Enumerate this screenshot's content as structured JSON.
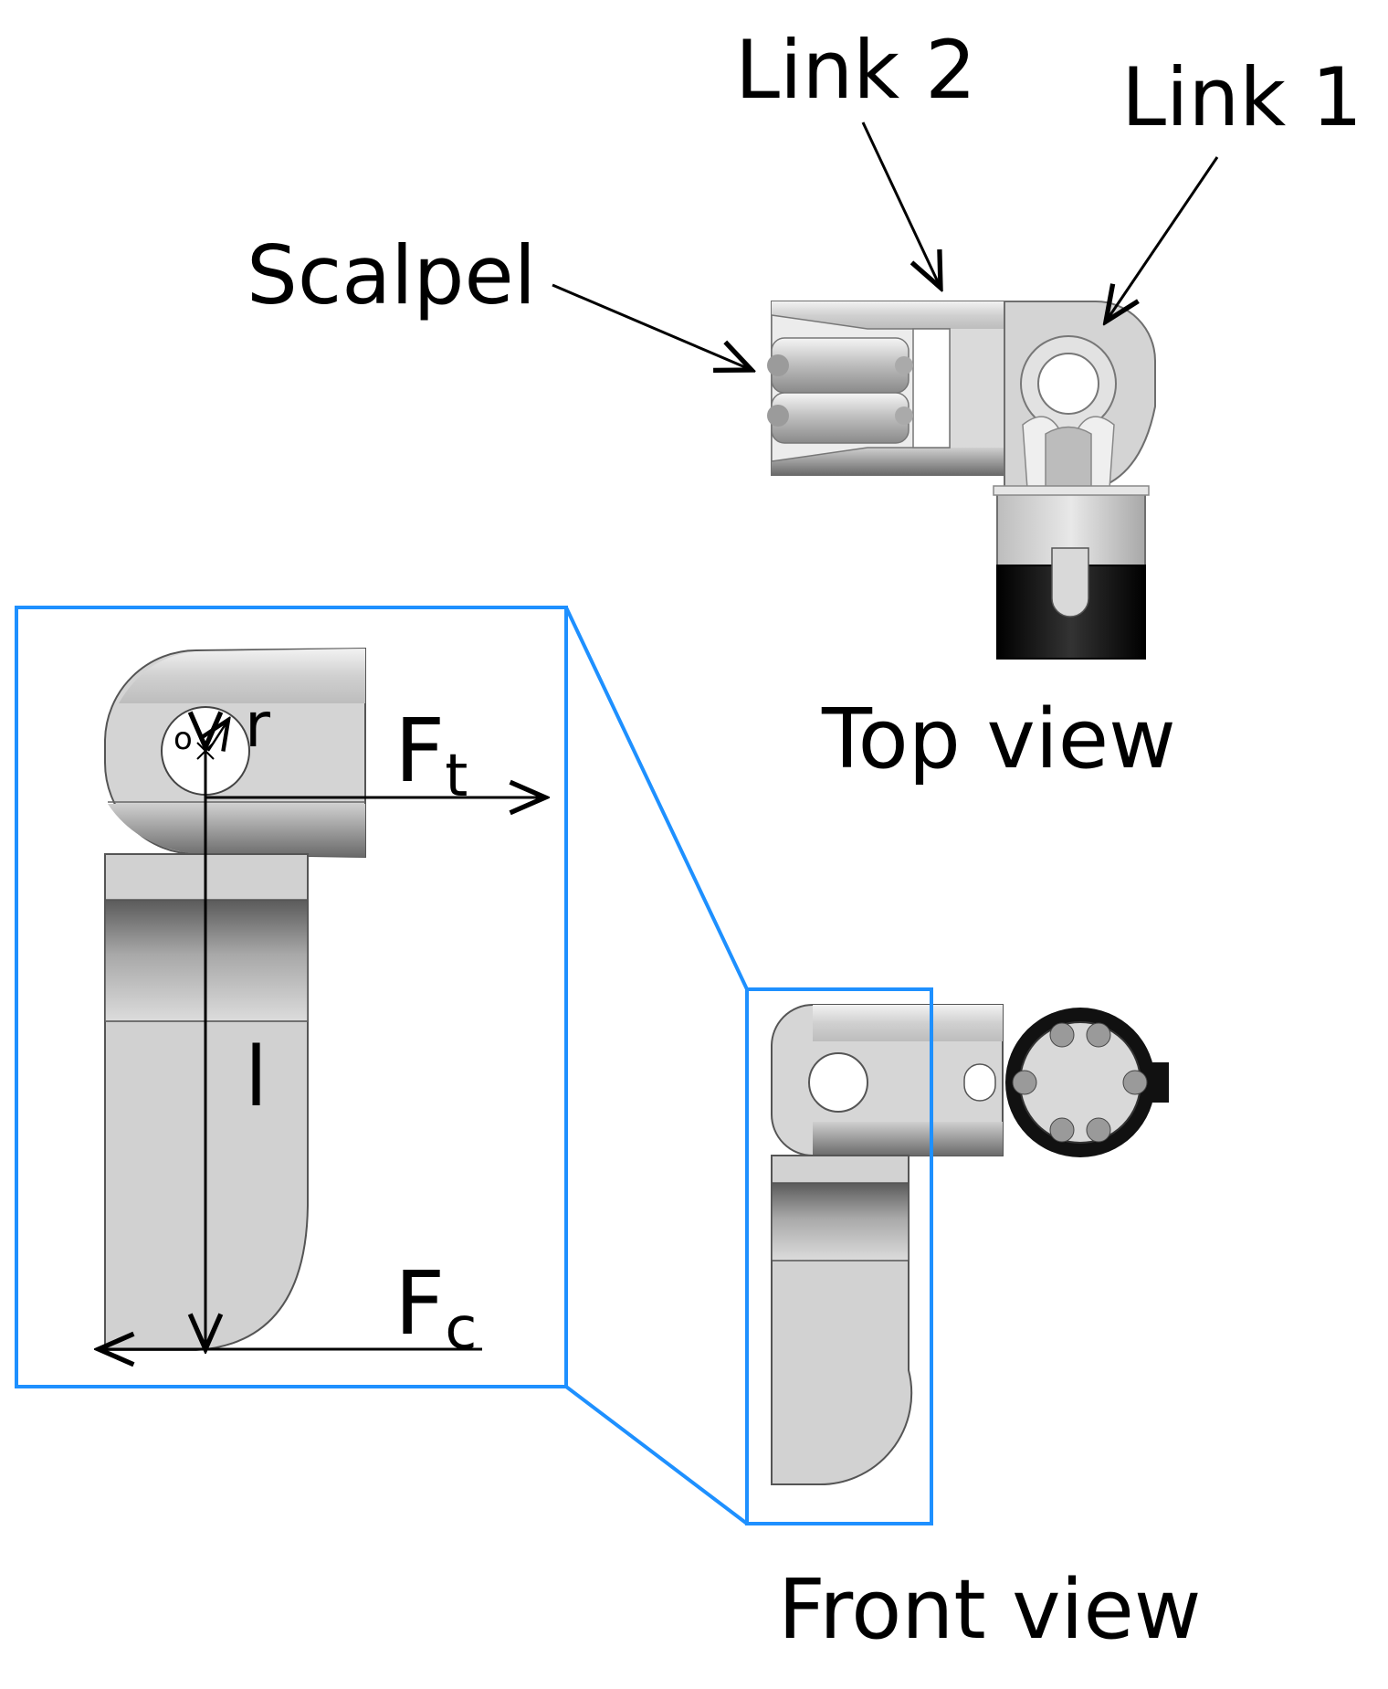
{
  "labels": {
    "link2": "Link 2",
    "link1": "Link 1",
    "scalpel": "Scalpel",
    "top_view": "Top view",
    "front_view": "Front view"
  },
  "symbols": {
    "ft_main": "F",
    "ft_sub": "t",
    "fc_main": "F",
    "fc_sub": "c",
    "radius": "r",
    "origin": "o",
    "length": "l"
  },
  "colors": {
    "zoom_frame": "#1e90ff",
    "part_light": "#d2d2d2",
    "part_dark": "#0a0a0a",
    "outline": "#3a3a3a"
  }
}
